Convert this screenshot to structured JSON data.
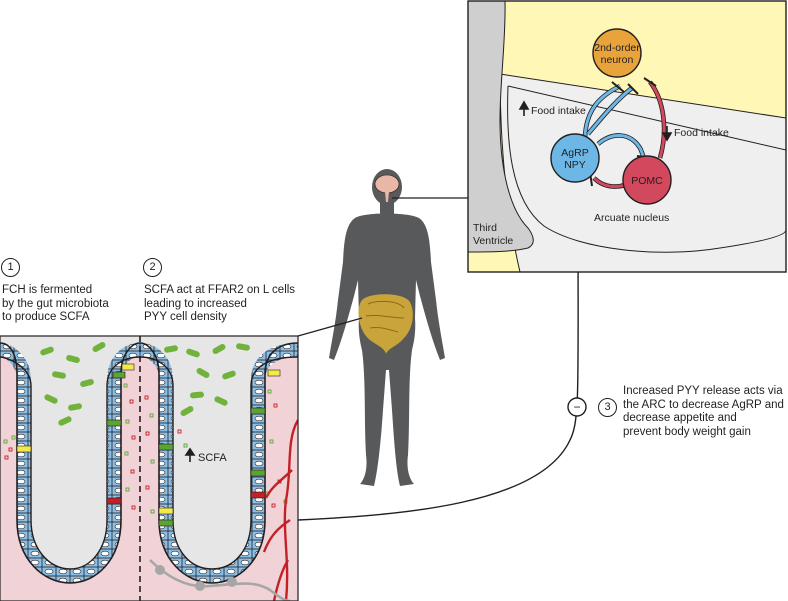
{
  "steps": [
    {
      "number": "1",
      "text": [
        "FCH is fermented",
        "by the gut microbiota",
        "to produce SCFA"
      ]
    },
    {
      "number": "2",
      "text": [
        "SCFA act at FFAR2 on L cells",
        "leading to increased",
        "PYY cell density"
      ]
    },
    {
      "number": "3",
      "text": [
        "Increased PYY release acts via",
        "the ARC to decrease AgRP and",
        "decrease appetite and",
        "prevent body weight gain"
      ]
    }
  ],
  "gut": {
    "scfa_label": "SCFA"
  },
  "brain": {
    "second_order": [
      "2nd-order",
      "neuron"
    ],
    "agrp": [
      "AgRP",
      "NPY"
    ],
    "pomc": "POMC",
    "food_up": "Food intake",
    "food_down": "Food intake",
    "arcuate": "Arcuate nucleus",
    "ventricle": [
      "Third",
      "Ventricle"
    ]
  },
  "minus_sign": "−",
  "colors": {
    "lumen": "#e6e6e6",
    "tissue": "#f1d3d7",
    "epithelium": "#8bbfe6",
    "bacteria": "#71b23d",
    "l_cell_green": "#5aa532",
    "l_cell_yellow": "#f5e94a",
    "l_cell_red": "#c42127",
    "vessel": "#c42127",
    "nerve": "#a6a6a6",
    "human": "#58595b",
    "gut_organ": "#c9a43a",
    "brain_pink": "#e8b7a5",
    "brain_bg": "#fff7b5",
    "second_order_neuron": "#e8a43b",
    "agrp_neuron": "#6cb7e6",
    "pomc_neuron": "#d2495d",
    "ventricle": "#cfcfcf"
  }
}
